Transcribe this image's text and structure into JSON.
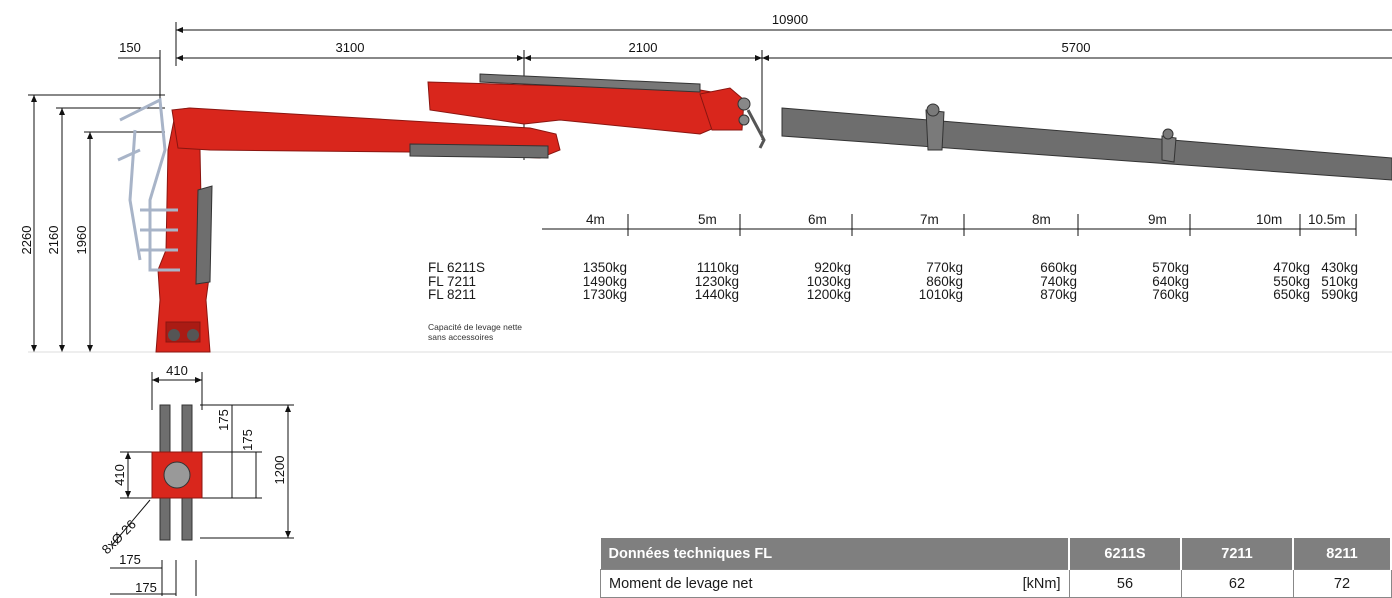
{
  "dimensions": {
    "total_length": "10900",
    "seg_150": "150",
    "seg_3100": "3100",
    "seg_2100": "2100",
    "seg_5700": "5700",
    "h_2260": "2260",
    "h_2160": "2160",
    "h_1960": "1960",
    "base_410_top": "410",
    "base_410_side": "410",
    "base_175_a": "175",
    "base_175_b": "175",
    "base_1200": "1200",
    "bolt_holes": "8xØ 26",
    "base_175_c": "175",
    "base_175_d": "175"
  },
  "distances": [
    "4m",
    "5m",
    "6m",
    "7m",
    "8m",
    "9m",
    "10m",
    "10.5m"
  ],
  "models": [
    "FL 6211S",
    "FL 7211",
    "FL 8211"
  ],
  "capacities": [
    [
      "1350kg",
      "1490kg",
      "1730kg"
    ],
    [
      "1110kg",
      "1230kg",
      "1440kg"
    ],
    [
      "920kg",
      "1030kg",
      "1200kg"
    ],
    [
      "770kg",
      "860kg",
      "1010kg"
    ],
    [
      "660kg",
      "740kg",
      "870kg"
    ],
    [
      "570kg",
      "640kg",
      "760kg"
    ],
    [
      "470kg",
      "550kg",
      "650kg"
    ],
    [
      "430kg",
      "510kg",
      "590kg"
    ]
  ],
  "note": {
    "line1": "Capacité de levage nette",
    "line2": "sans accessoires"
  },
  "colors": {
    "crane_red": "#d9261c",
    "extension_grey": "#6e6e6e",
    "table_header": "#7f7f7f"
  },
  "table": {
    "title": "Données techniques FL",
    "columns": [
      "6211S",
      "7211",
      "8211"
    ],
    "rows": [
      {
        "name": "Moment de levage net",
        "unit": "[kNm]",
        "values": [
          "56",
          "62",
          "72"
        ]
      }
    ]
  }
}
